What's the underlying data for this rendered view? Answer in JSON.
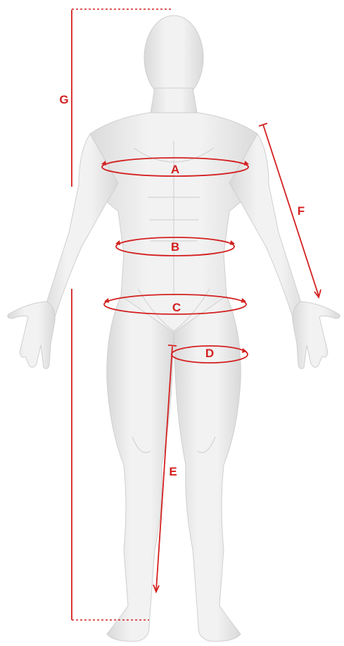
{
  "colors": {
    "background": "#ffffff",
    "body_fill": "#e9e9e9",
    "body_edge": "#cfcfcf",
    "measure": "#d42020"
  },
  "figure": {
    "subject": "male-body-mannequin"
  },
  "measurements": {
    "A": "A",
    "B": "B",
    "C": "C",
    "D": "D",
    "E": "E",
    "F": "F",
    "G": "G"
  }
}
